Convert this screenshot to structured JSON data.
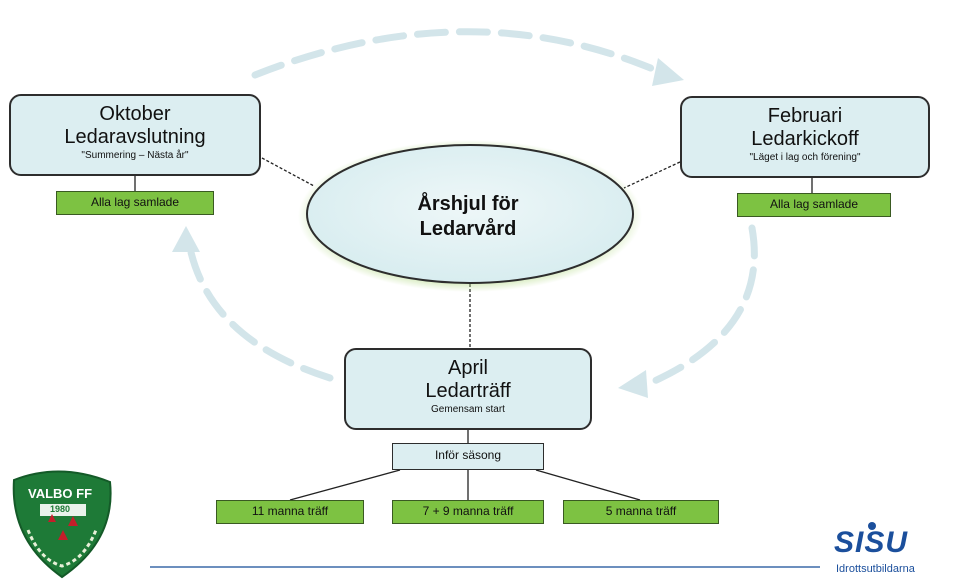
{
  "center": {
    "line1": "Årshjul för",
    "line2": "Ledarvård"
  },
  "boxes": {
    "oktober": {
      "month": "Oktober",
      "title": "Ledaravslutning",
      "subtitle": "\"Summering – Nästa år\"",
      "tag": "Alla lag samlade"
    },
    "februari": {
      "month": "Februari",
      "title": "Ledarkickoff",
      "subtitle": "\"Läget i lag och förening\"",
      "tag": "Alla lag samlade"
    },
    "april": {
      "month": "April",
      "title": "Ledarträff",
      "subtitle": "Gemensam start"
    }
  },
  "infor": {
    "label": "Inför säsong"
  },
  "traffar": [
    {
      "label": "11 manna träff"
    },
    {
      "label": "7 + 9 manna träff"
    },
    {
      "label": "5 manna träff"
    }
  ],
  "logos": {
    "valbo": {
      "name": "VALBO FF",
      "year": "1980"
    },
    "sisu": {
      "name": "SISU",
      "tagline": "Idrottsutbildarna"
    }
  },
  "colors": {
    "box_fill": "#dceef1",
    "green": "#7dc242",
    "arrow": "#d3e5ea",
    "valbo_green": "#1e7a37",
    "sisu_blue": "#1b4f9c",
    "footer_line": "#3b6aa8"
  }
}
